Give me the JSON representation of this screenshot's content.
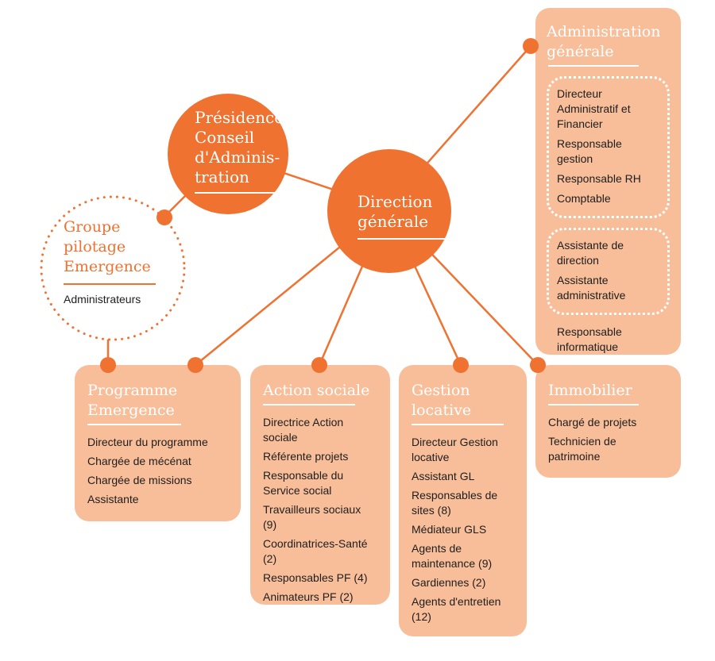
{
  "presidence": {
    "title": "Présidence Conseil d'Adminis-tration"
  },
  "direction": {
    "title": "Direction générale"
  },
  "groupe": {
    "title": "Groupe pilotage Emergence",
    "item": "Administrateurs"
  },
  "administration": {
    "title": "Administration générale",
    "group1": [
      "Directeur Administratif et Financier",
      "Responsable gestion",
      "Responsable RH",
      "Comptable"
    ],
    "group2": [
      "Assistante de direction",
      "Assistante administrative"
    ],
    "extra": "Responsable informatique"
  },
  "programme": {
    "title": "Programme Emergence",
    "items": [
      "Directeur du programme",
      "Chargée de mécénat",
      "Chargée de missions",
      "Assistante"
    ]
  },
  "action": {
    "title": "Action sociale",
    "items": [
      "Directrice Action sociale",
      "Référente projets",
      "Responsable du Service social",
      "Travailleurs sociaux (9)",
      "Coordinatrices-Santé (2)",
      "Responsables PF (4)",
      "Animateurs PF (2)"
    ]
  },
  "gestion": {
    "title": "Gestion locative",
    "items": [
      "Directeur Gestion locative",
      "Assistant GL",
      "Responsables de sites (8)",
      "Médiateur GLS",
      "Agents de maintenance (9)",
      "Gardiennes (2)",
      "Agents d'entretien (12)"
    ]
  },
  "immobilier": {
    "title": "Immobilier",
    "items": [
      "Chargé de projets",
      "Technicien de patrimoine"
    ]
  },
  "colors": {
    "orange": "#ef7231",
    "peach": "#f8be9a",
    "white": "#ffffff"
  }
}
